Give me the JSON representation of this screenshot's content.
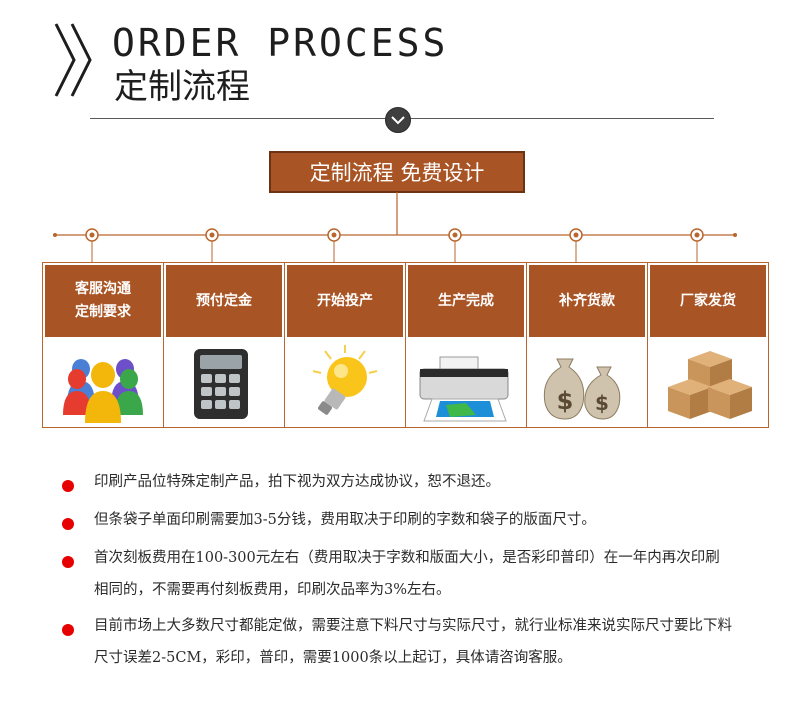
{
  "header": {
    "title_en": "ORDER PROCESS",
    "title_cn": "定制流程"
  },
  "banner": {
    "label": "定制流程 免费设计"
  },
  "steps": [
    {
      "label": "客服沟通\n定制要求",
      "icon": "people-group-icon"
    },
    {
      "label": "预付定金",
      "icon": "calculator-icon"
    },
    {
      "label": "开始投产",
      "icon": "light-bulb-icon"
    },
    {
      "label": "生产完成",
      "icon": "printer-icon"
    },
    {
      "label": "补齐货款",
      "icon": "money-bags-icon"
    },
    {
      "label": "厂家发货",
      "icon": "cardboard-boxes-icon"
    }
  ],
  "notes": [
    "印刷产品位特殊定制产品，拍下视为双方达成协议，恕不退还。",
    "但条袋子单面印刷需要加3-5分钱，费用取决于印刷的字数和袋子的版面尺寸。",
    "首次刻板费用在100-300元左右（费用取决于字数和版面大小，是否彩印普印）在一年内再次印刷相同的，不需要再付刻板费用，印刷次品率为3%左右。",
    "目前市场上大多数尺寸都能定做，需要注意下料尺寸与实际尺寸，就行业标准来说实际尺寸要比下料尺寸误差2-5CM，彩印，普印，需要1000条以上起订，具体请咨询客服。"
  ],
  "colors": {
    "accent": "#a95424",
    "accent_dark": "#6b3213",
    "bullet": "#e60000",
    "line": "#b9652d"
  }
}
